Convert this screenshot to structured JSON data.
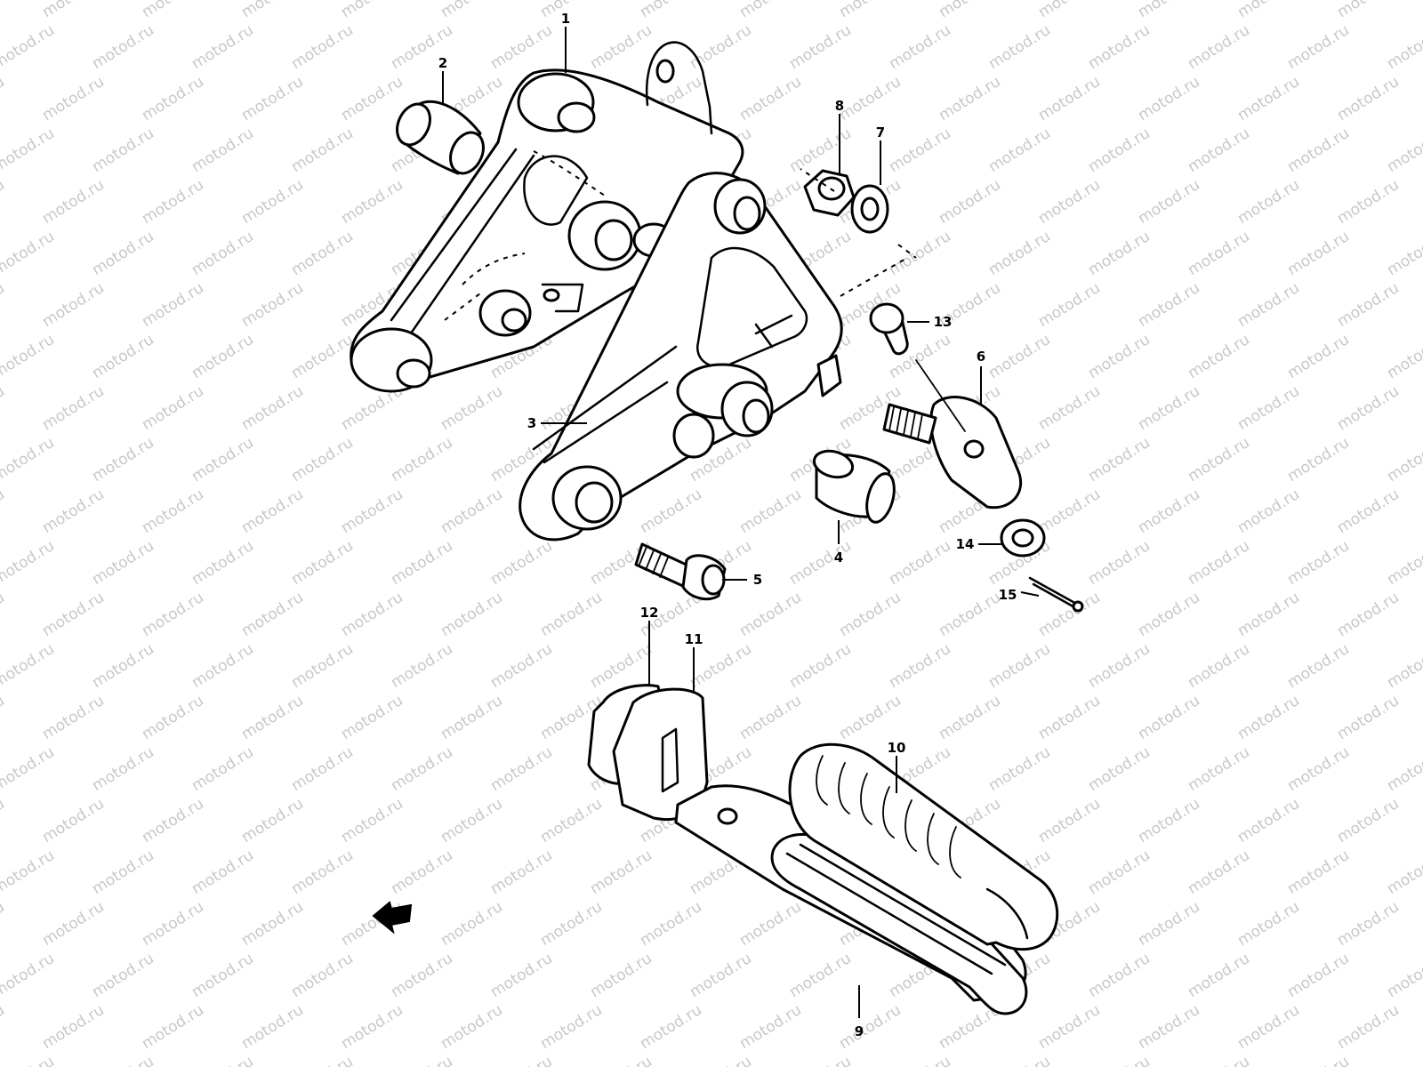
{
  "watermark": "motod.ru",
  "callouts": [
    {
      "id": "1",
      "label": "1"
    },
    {
      "id": "2",
      "label": "2"
    },
    {
      "id": "3",
      "label": "3"
    },
    {
      "id": "4",
      "label": "4"
    },
    {
      "id": "5",
      "label": "5"
    },
    {
      "id": "6",
      "label": "6"
    },
    {
      "id": "7",
      "label": "7"
    },
    {
      "id": "8",
      "label": "8"
    },
    {
      "id": "9",
      "label": "9"
    },
    {
      "id": "10",
      "label": "10"
    },
    {
      "id": "11",
      "label": "11"
    },
    {
      "id": "12",
      "label": "12"
    },
    {
      "id": "13",
      "label": "13"
    },
    {
      "id": "14",
      "label": "14"
    },
    {
      "id": "15",
      "label": "15"
    }
  ],
  "colors": {
    "line": "#000000",
    "background": "#ffffff",
    "watermark": "#c8c8c8"
  },
  "icons": {
    "front_arrow": "front-arrow-icon"
  }
}
